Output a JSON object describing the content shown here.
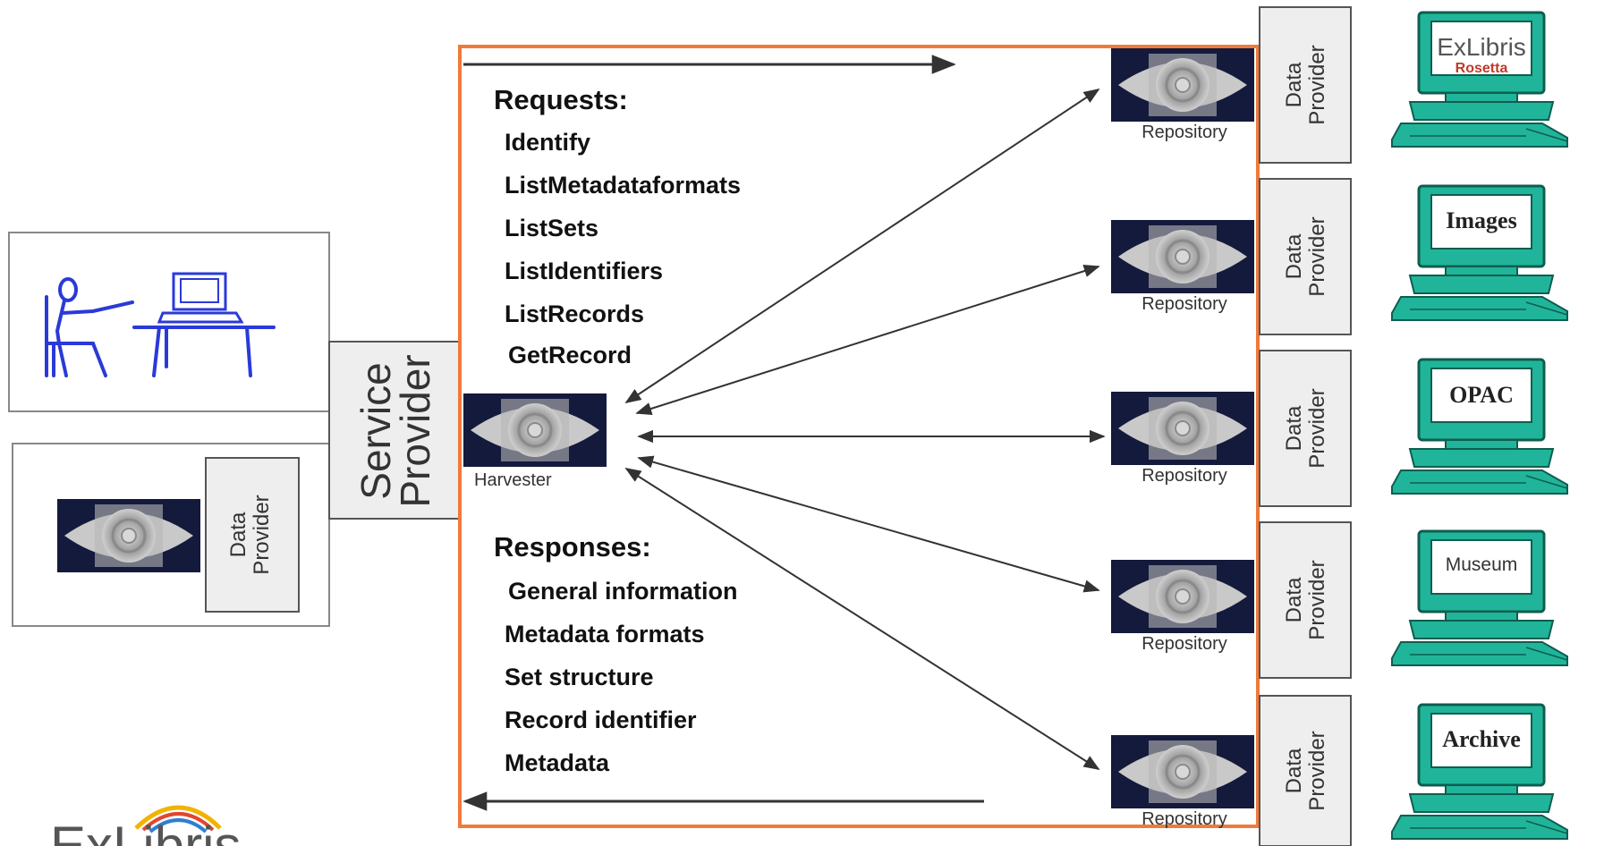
{
  "service_provider": {
    "label_line1": "Service",
    "label_line2": "Provider",
    "harvester_label": "Harvester"
  },
  "local_data_provider": {
    "line1": "Data",
    "line2": "Provider"
  },
  "requests": {
    "heading": "Requests:",
    "items": [
      "Identify",
      "ListMetadataformats",
      "ListSets",
      "ListIdentifiers",
      "ListRecords",
      "GetRecord"
    ]
  },
  "responses": {
    "heading": "Responses:",
    "items": [
      "General information",
      "Metadata formats",
      "Set structure",
      "Record identifier",
      "Metadata"
    ]
  },
  "repositories": [
    {
      "label": "Repository",
      "provider_line1": "Data",
      "provider_line2": "Provider",
      "computer_label": "ExLibris",
      "computer_sublabel": "Rosetta"
    },
    {
      "label": "Repository",
      "provider_line1": "Data",
      "provider_line2": "Provider",
      "computer_label": "Images"
    },
    {
      "label": "Repository",
      "provider_line1": "Data",
      "provider_line2": "Provider",
      "computer_label": "OPAC"
    },
    {
      "label": "Repository",
      "provider_line1": "Data",
      "provider_line2": "Provider",
      "computer_label": "Museum"
    },
    {
      "label": "Repository",
      "provider_line1": "Data",
      "provider_line2": "Provider",
      "computer_label": "Archive"
    }
  ],
  "logo": {
    "text": "ExLibris"
  },
  "colors": {
    "frame": "#f07a3a",
    "user_icon": "#2a3ad8",
    "computer": "#20b59a",
    "computer_dark": "#0e5e4f",
    "eye_bg": "#141a3c",
    "provider_box": "#eeeeee",
    "rosetta_red": "#c0392b",
    "arrow": "#333333"
  }
}
